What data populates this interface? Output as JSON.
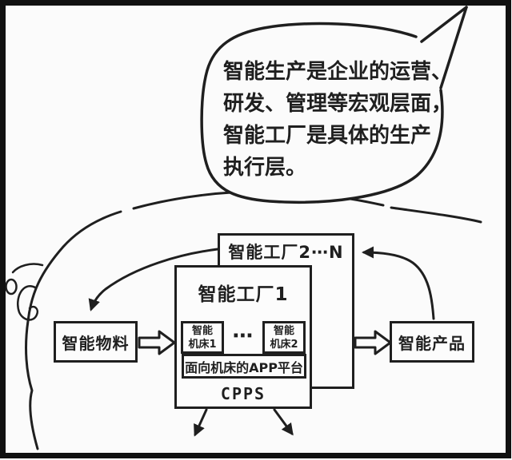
{
  "bubble": {
    "lines": [
      "智能生产是企业的运营、",
      "研发、管理等宏观层面，",
      "智能工厂是具体的生产",
      "执行层。"
    ]
  },
  "diagram": {
    "factory_n": "智能工厂2⋯N",
    "factory_1": "智能工厂1",
    "machine_1": "智能\n机床1",
    "machine_dots": "⋯",
    "machine_2": "智能\n机床2",
    "app_platform": "面向机床的APP平台",
    "cpps": "CPPS",
    "material": "智能物料",
    "product": "智能产品"
  },
  "colors": {
    "ink": "#1f1f1f",
    "paper": "#fbfbfb"
  }
}
